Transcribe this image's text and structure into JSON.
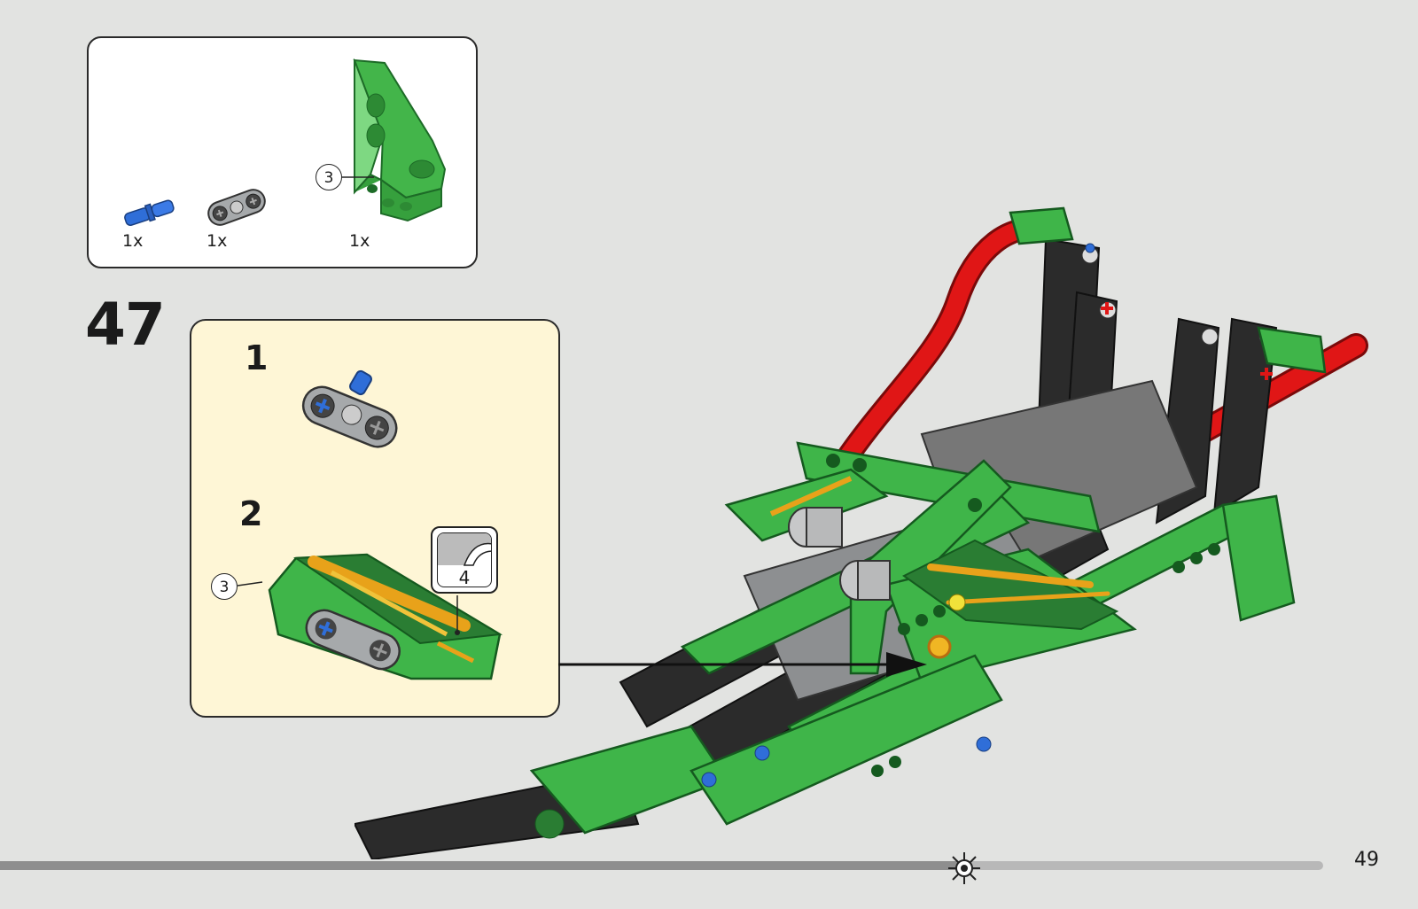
{
  "parts_list": {
    "items": [
      {
        "name": "blue-axle-pin-icon",
        "qty": "1x",
        "color": "#2f6ed8"
      },
      {
        "name": "gray-connector-icon",
        "qty": "1x",
        "color": "#9da0a3"
      },
      {
        "name": "green-panel-icon",
        "qty": "1x",
        "color": "#43b54a"
      }
    ],
    "callout": "3"
  },
  "step": {
    "number": "47",
    "sub_steps": [
      {
        "number": "1"
      },
      {
        "number": "2",
        "callout": "3",
        "sticker": "4"
      }
    ]
  },
  "page": {
    "number": "49"
  },
  "colors": {
    "background": "#e2e3e1",
    "substep_bg": "#fef6d6",
    "green": "#3fb549",
    "dark_green": "#1f7a2a",
    "red": "#e01616",
    "black": "#2b2b2b",
    "gray": "#a9acae",
    "blue": "#2f6ed8"
  }
}
